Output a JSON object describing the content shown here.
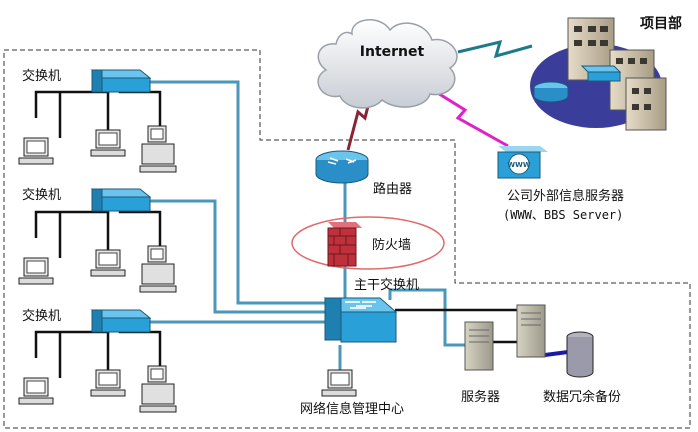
{
  "labels": {
    "internet": "Internet",
    "project_dept": "项目部",
    "router": "路由器",
    "firewall": "防火墙",
    "core_switch": "主干交换机",
    "external_server": "公司外部信息服务器",
    "external_server_sub": "(WWW、BBS Server)",
    "switch_1": "交换机",
    "switch_2": "交换机",
    "switch_3": "交换机",
    "mgmt_center": "网络信息管理中心",
    "servers": "服务器",
    "backup": "数据冗余备份",
    "www_icon": "WWW"
  },
  "colors": {
    "link_blue": "#4a97b8",
    "wan_link": "#8a2535",
    "wireless_magenta": "#e020c8",
    "backbone_black": "#111111",
    "backup_blue": "#1a1aa8",
    "switch_face": "#2aa0d8",
    "router_face": "#2a8fc8",
    "firewall_brick": "#c0303a",
    "firewall_ring": "#e06a6a"
  }
}
